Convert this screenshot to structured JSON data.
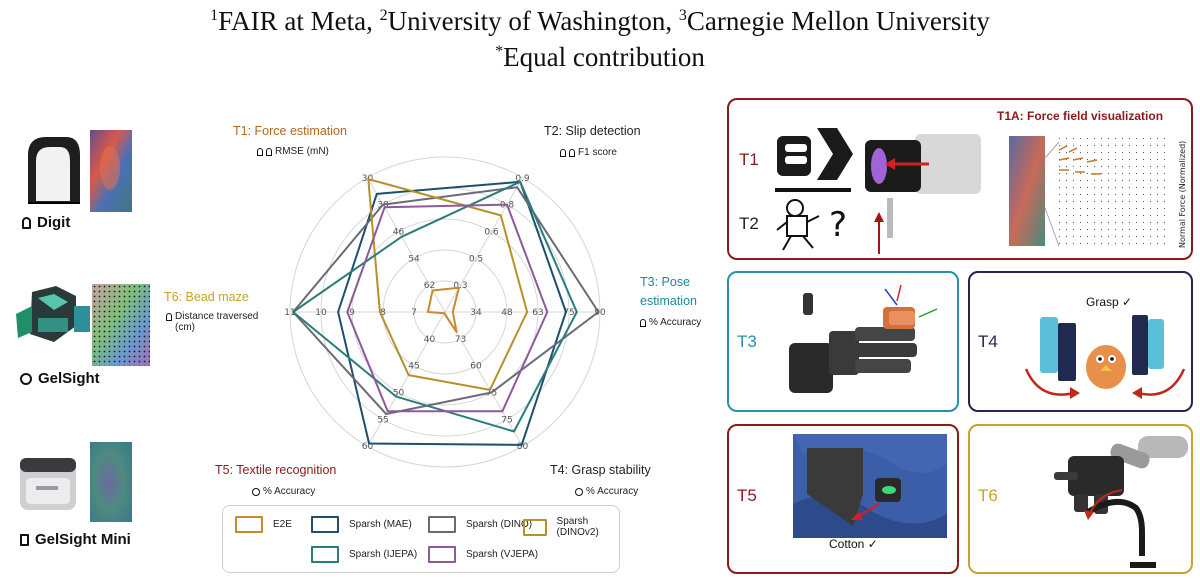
{
  "header": {
    "line1": [
      {
        "sup": "1",
        "text": "FAIR at Meta, "
      },
      {
        "sup": "2",
        "text": "University of Washington, "
      },
      {
        "sup": "3",
        "text": "Carnegie Mellon University"
      }
    ],
    "line2": {
      "sup": "*",
      "text": "Equal contribution"
    }
  },
  "sensors": [
    {
      "label": "Digit"
    },
    {
      "label": "GelSight"
    },
    {
      "label": "GelSight Mini"
    }
  ],
  "radar": {
    "tasks": {
      "t1": {
        "title": "T1: Force estimation",
        "metric": "RMSE (mN)",
        "color": "#b5651d"
      },
      "t2": {
        "title": "T2: Slip detection",
        "metric": "F1 score",
        "color": "#222222"
      },
      "t3": {
        "title": "T3: Pose estimation",
        "title_l1": "T3: Pose",
        "title_l2": "estimation",
        "metric": "% Accuracy",
        "color": "#1b8a9a"
      },
      "t4": {
        "title": "T4: Grasp stability",
        "metric": "% Accuracy",
        "color": "#222222"
      },
      "t5": {
        "title": "T5: Textile recognition",
        "metric": "% Accuracy",
        "color": "#8b1a1a"
      },
      "t6": {
        "title": "T6: Bead maze",
        "metric_l1": "Distance traversed",
        "metric_l2": "(cm)",
        "color": "#c9a227"
      }
    },
    "ticks": {
      "t1": [
        "30",
        "38",
        "46",
        "54",
        "62"
      ],
      "t2": [
        "0.9",
        "0.8",
        "0.6",
        "0.5",
        "0.3"
      ],
      "t3": [
        "90",
        "75",
        "63",
        "48",
        "34"
      ],
      "t4": [
        "80",
        "75",
        "75",
        "60",
        "73"
      ],
      "t5": [
        "60",
        "55",
        "50",
        "45",
        "40"
      ],
      "t6": [
        "11",
        "10",
        "9",
        "8",
        "7"
      ]
    }
  },
  "chart_data": {
    "type": "radar",
    "axes": [
      "T1: Force estimation",
      "T2: Slip detection",
      "T3: Pose estimation",
      "T4: Grasp stability",
      "T5: Textile recognition",
      "T6: Bead maze"
    ],
    "series": [
      {
        "name": "E2E",
        "color": "#c88a2e",
        "r": [
          0.16,
          0.18,
          0.05,
          0.15,
          0.01,
          0.11
        ]
      },
      {
        "name": "Sparsh (MAE)",
        "color": "#1f4e6e",
        "r": [
          0.88,
          0.97,
          0.78,
          0.99,
          0.98,
          0.69
        ]
      },
      {
        "name": "Sparsh (DINO)",
        "color": "#6a6a78",
        "r": [
          0.8,
          0.93,
          0.99,
          0.6,
          0.76,
          0.98
        ]
      },
      {
        "name": "Sparsh (DINOv2)",
        "color": "#b5912a",
        "r": [
          0.99,
          0.72,
          0.53,
          0.58,
          0.47,
          0.42
        ]
      },
      {
        "name": "Sparsh (IJEPA)",
        "color": "#2b7d78",
        "r": [
          0.56,
          0.97,
          0.85,
          0.89,
          0.63,
          0.98
        ]
      },
      {
        "name": "Sparsh (VJEPA)",
        "color": "#8c5a9a",
        "r": [
          0.78,
          0.8,
          0.66,
          0.74,
          0.74,
          0.63
        ]
      }
    ]
  },
  "legend": [
    {
      "label": "E2E",
      "color": "#c88a2e"
    },
    {
      "label": "Sparsh (MAE)",
      "color": "#1f4e6e"
    },
    {
      "label": "Sparsh (DINO)",
      "color": "#6a6a78"
    },
    {
      "label": "Sparsh (DINOv2)",
      "color": "#b5912a"
    },
    {
      "label": "Sparsh (IJEPA)",
      "color": "#2b7d78"
    },
    {
      "label": "Sparsh (VJEPA)",
      "color": "#8c5a9a"
    }
  ],
  "panels": {
    "p1": {
      "t1": "T1",
      "t2": "T2",
      "subtitle": "T1A: Force field visualization",
      "axis": "Normal Force (Normalized)",
      "color": "#8b1a1a"
    },
    "p3": {
      "label": "T3",
      "color": "#2b8fa8"
    },
    "p4": {
      "label": "T4",
      "grasp": "Grasp ✓",
      "color": "#2a2250"
    },
    "p5": {
      "label": "T5",
      "cotton": "Cotton ✓",
      "color": "#8b1a1a"
    },
    "p6": {
      "label": "T6",
      "color": "#c9a227"
    }
  }
}
